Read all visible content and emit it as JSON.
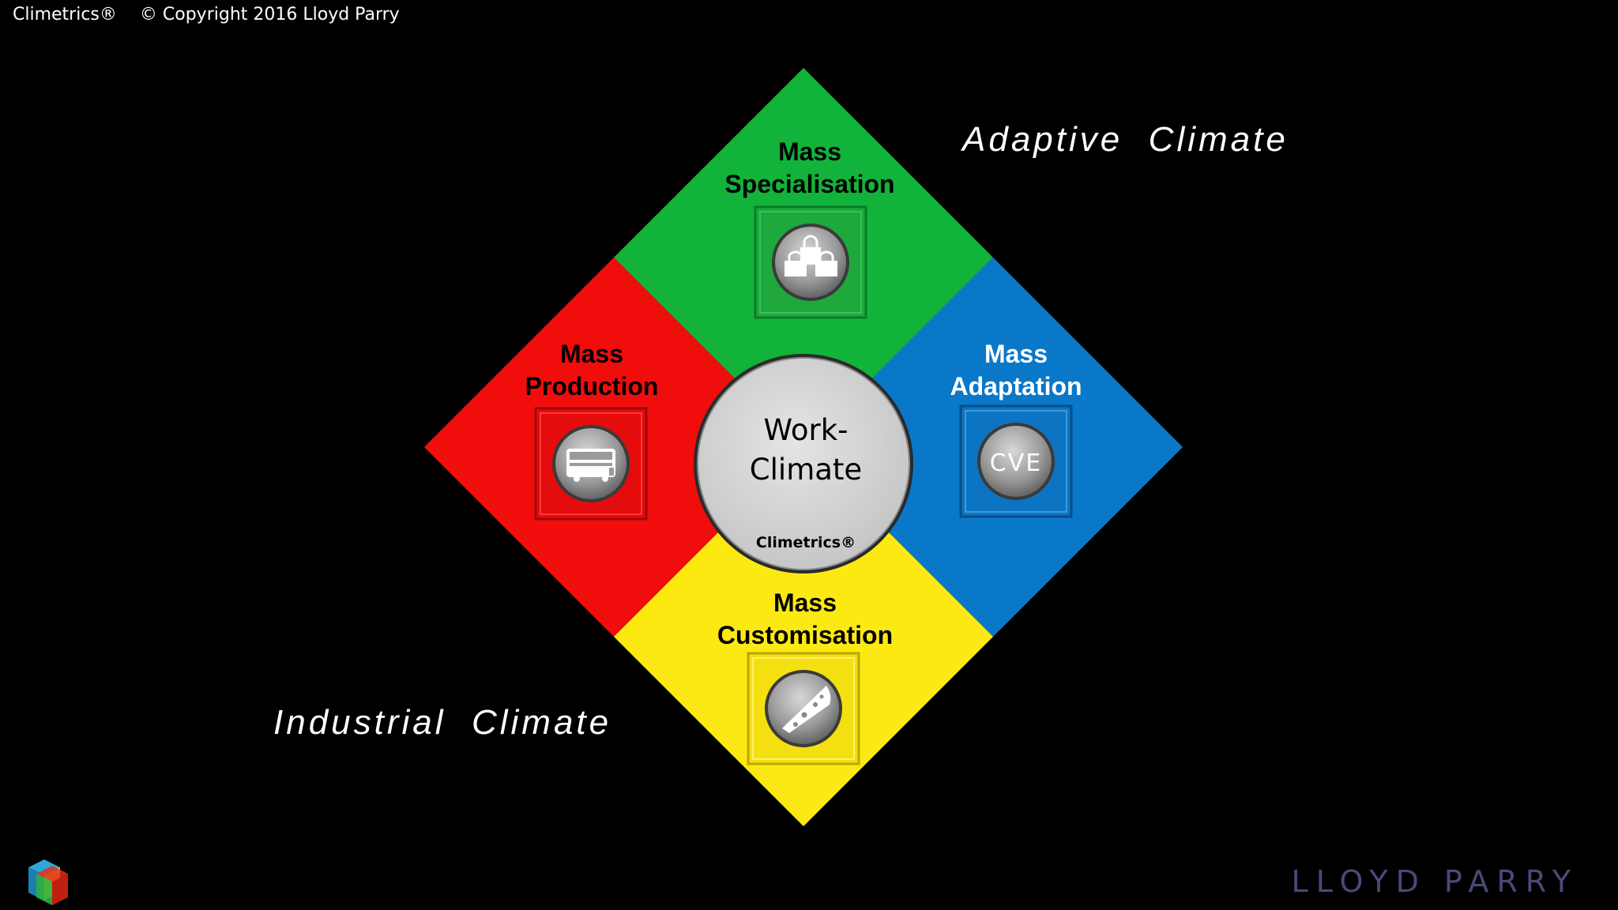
{
  "header": {
    "brand": "Climetrics®",
    "copyright": "© Copyright 2016 Lloyd Parry"
  },
  "labels": {
    "adaptive": "Adaptive  Climate",
    "industrial": "Industrial  Climate"
  },
  "quadrants": {
    "top": {
      "line1": "Mass",
      "line2": "Specialisation",
      "color": "#12b33a",
      "icon": "shopping-bags-icon"
    },
    "left": {
      "line1": "Mass",
      "line2": "Production",
      "color": "#f20d0d",
      "icon": "bus-icon"
    },
    "right": {
      "line1": "Mass",
      "line2": "Adaptation",
      "color": "#0a78c8",
      "icon": "cve-icon",
      "icon_text": "CVE"
    },
    "bottom": {
      "line1": "Mass",
      "line2": "Customisation",
      "color": "#fde912",
      "icon": "pizza-slice-icon"
    }
  },
  "center": {
    "line1": "Work-",
    "line2": "Climate",
    "brand": "Climetrics®"
  },
  "footer_logo": "LLOYD PARRY"
}
